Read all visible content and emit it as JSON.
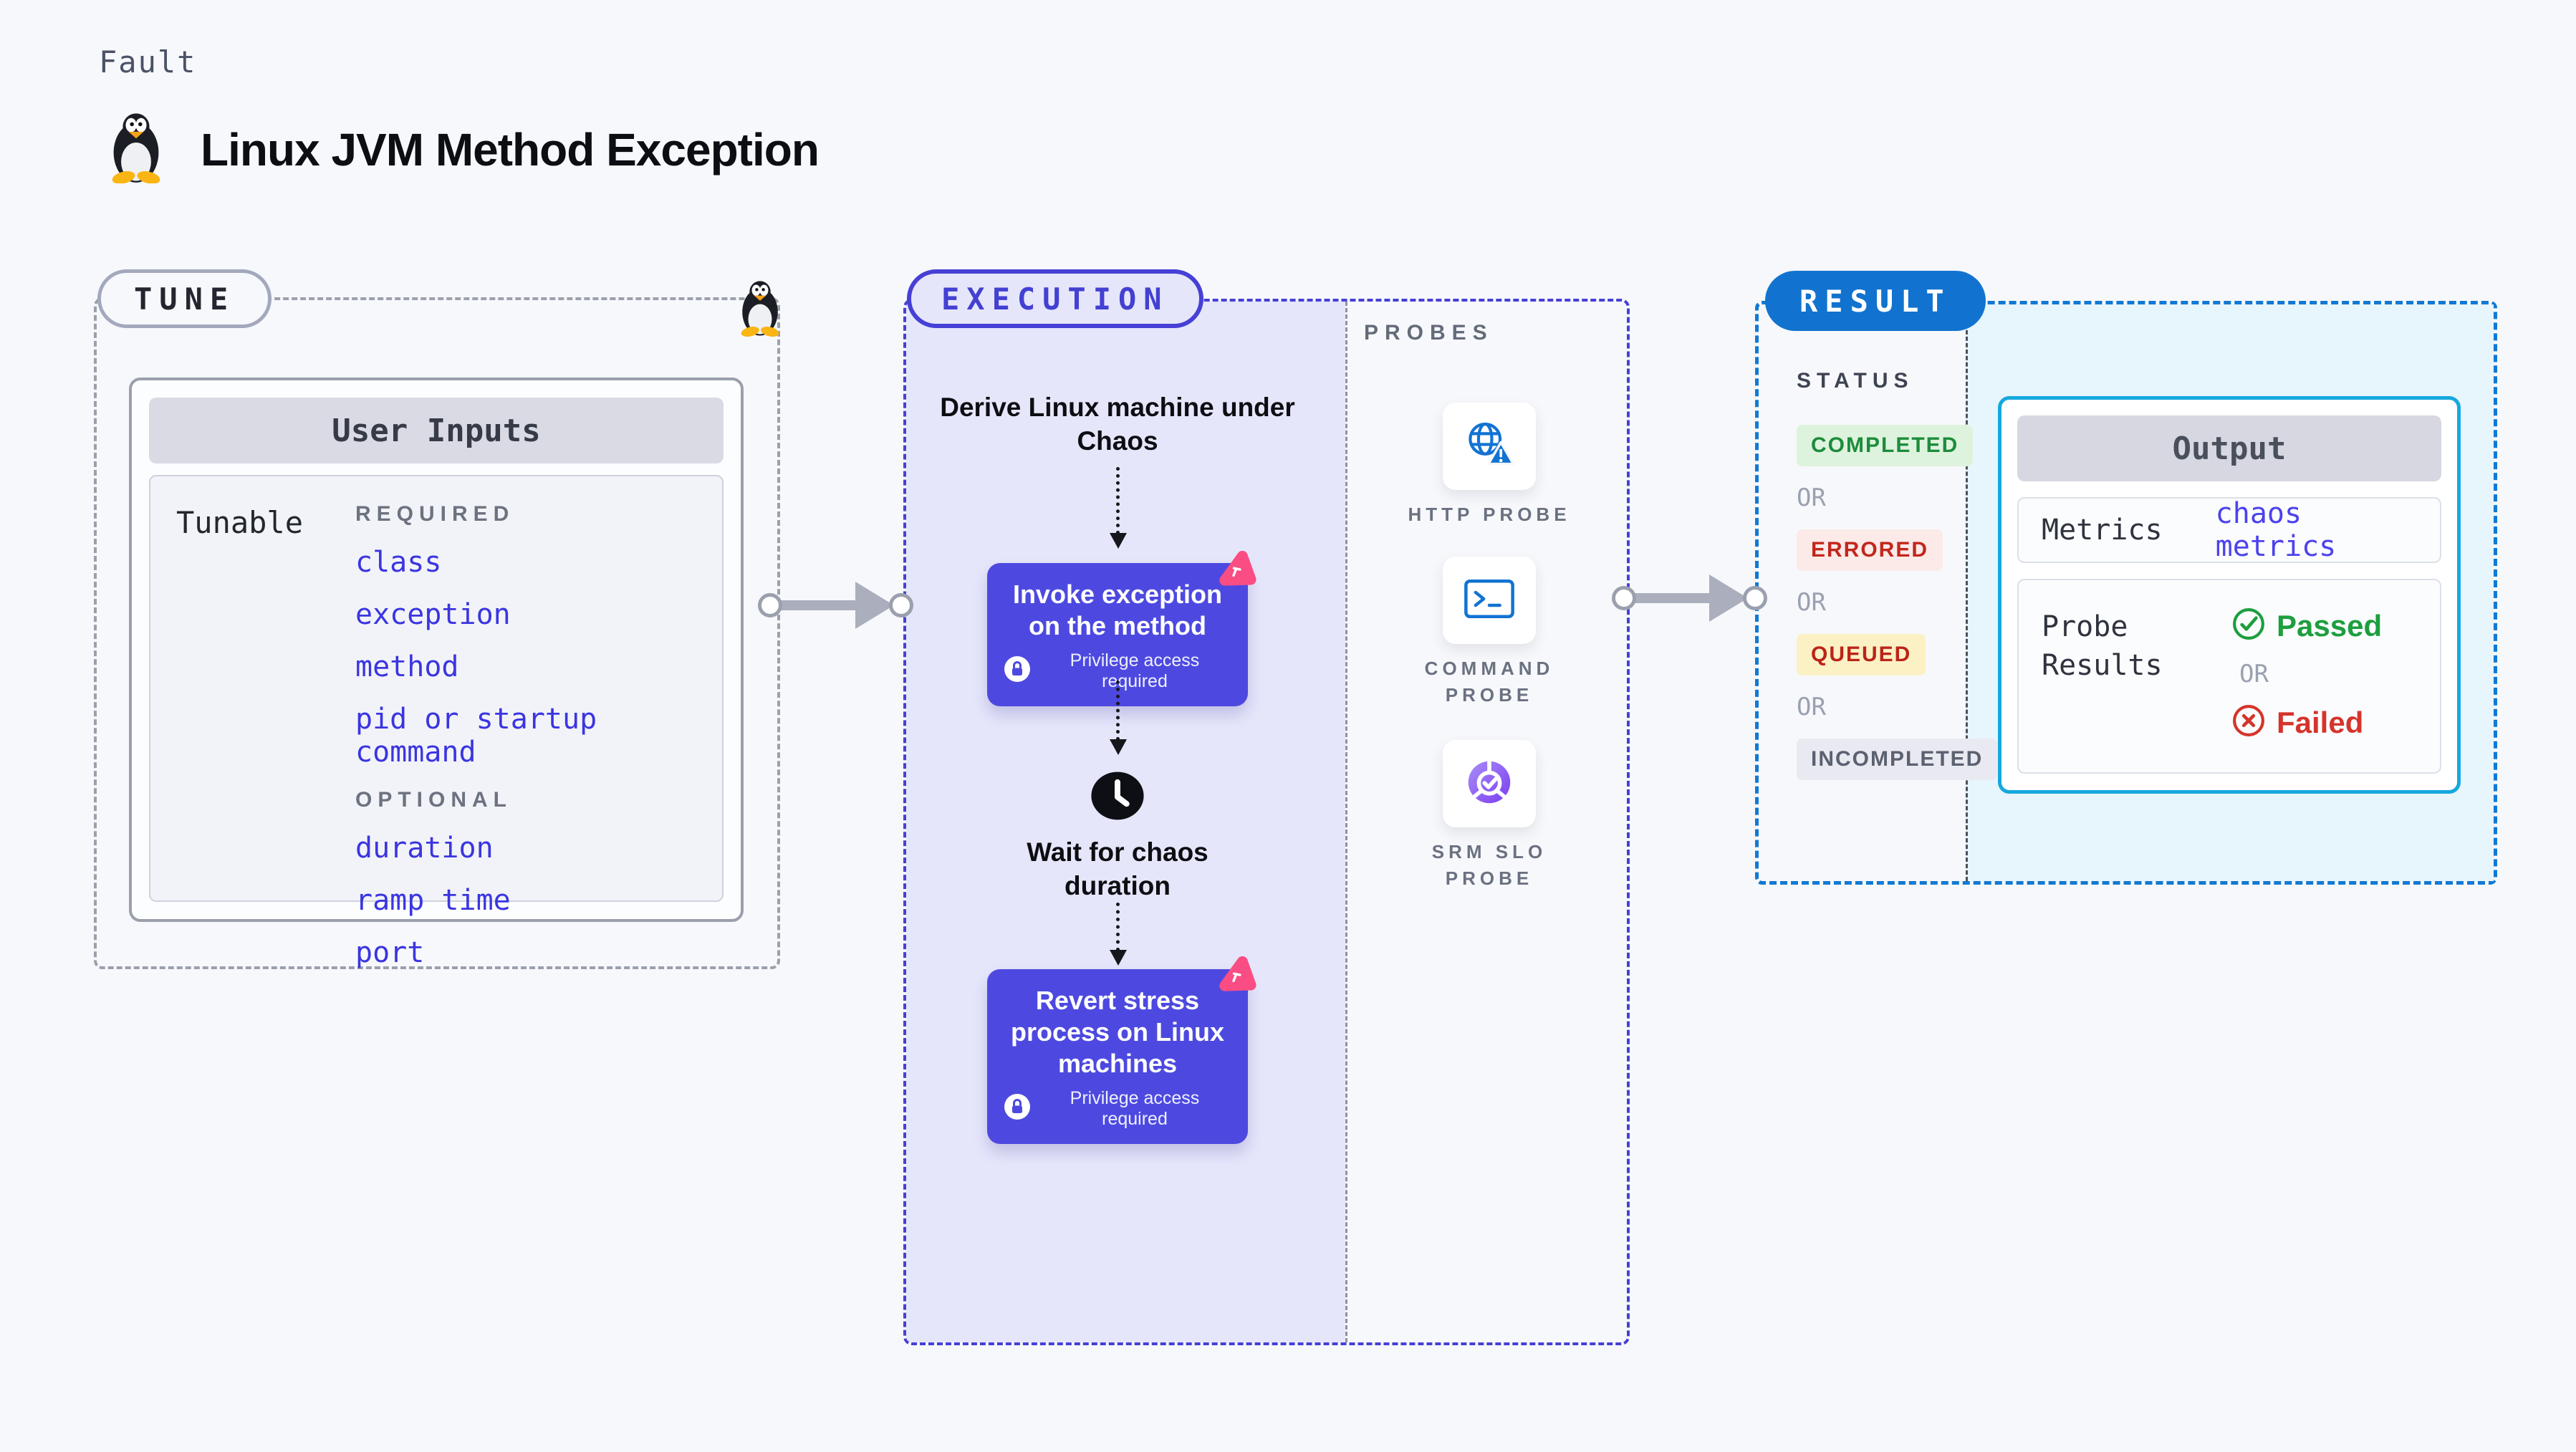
{
  "page": {
    "kicker": "Fault",
    "title": "Linux JVM Method Exception"
  },
  "tune": {
    "badge": "TUNE",
    "card_title": "User Inputs",
    "row_label": "Tunable",
    "required_label": "REQUIRED",
    "required_items": [
      "class",
      "exception",
      "method",
      "pid or startup command"
    ],
    "optional_label": "OPTIONAL",
    "optional_items": [
      "duration",
      "ramp time",
      "port"
    ]
  },
  "execution": {
    "badge": "EXECUTION",
    "derive_step": "Derive Linux machine under Chaos",
    "invoke_step": "Invoke exception on the method",
    "wait_step": "Wait for chaos duration",
    "revert_step": "Revert stress process on Linux machines",
    "privilege_note": "Privilege access required",
    "probes_label": "PROBES",
    "probes": [
      {
        "name": "HTTP PROBE",
        "icon": "globe-alert-icon"
      },
      {
        "name": "COMMAND PROBE",
        "icon": "terminal-icon"
      },
      {
        "name": "SRM SLO PROBE",
        "icon": "donut-check-icon"
      }
    ]
  },
  "result": {
    "badge": "RESULT",
    "status_label": "STATUS",
    "or_label": "OR",
    "statuses": [
      {
        "label": "COMPLETED",
        "fg": "#1d8c3c",
        "bg": "#def3dd"
      },
      {
        "label": "ERRORED",
        "fg": "#c2271d",
        "bg": "#fbeae8"
      },
      {
        "label": "QUEUED",
        "fg": "#bb2418",
        "bg": "#fcf0c5"
      },
      {
        "label": "INCOMPLETED",
        "fg": "#5b6170",
        "bg": "#e9eaf1"
      }
    ],
    "output": {
      "title": "Output",
      "metrics_label": "Metrics",
      "metrics_value": "chaos metrics",
      "probe_results_label": "Probe Results",
      "passed_label": "Passed",
      "failed_label": "Failed"
    }
  },
  "colors": {
    "page_bg": "#f7f8fb",
    "accent_indigo": "#4d49e0",
    "exec_border": "#4640d6",
    "exec_fill": "#e6e6fb",
    "result_blue": "#1173cf",
    "result_fill": "#e7f5fc",
    "output_border": "#15a8de",
    "link_blue": "#3b35e0",
    "chaos_pink": "#fa4d84",
    "probe_icon_blue": "#1273d3",
    "passed_green": "#1d9e3f",
    "failed_red": "#d5342b",
    "arrow_gray": "#abaebc"
  }
}
